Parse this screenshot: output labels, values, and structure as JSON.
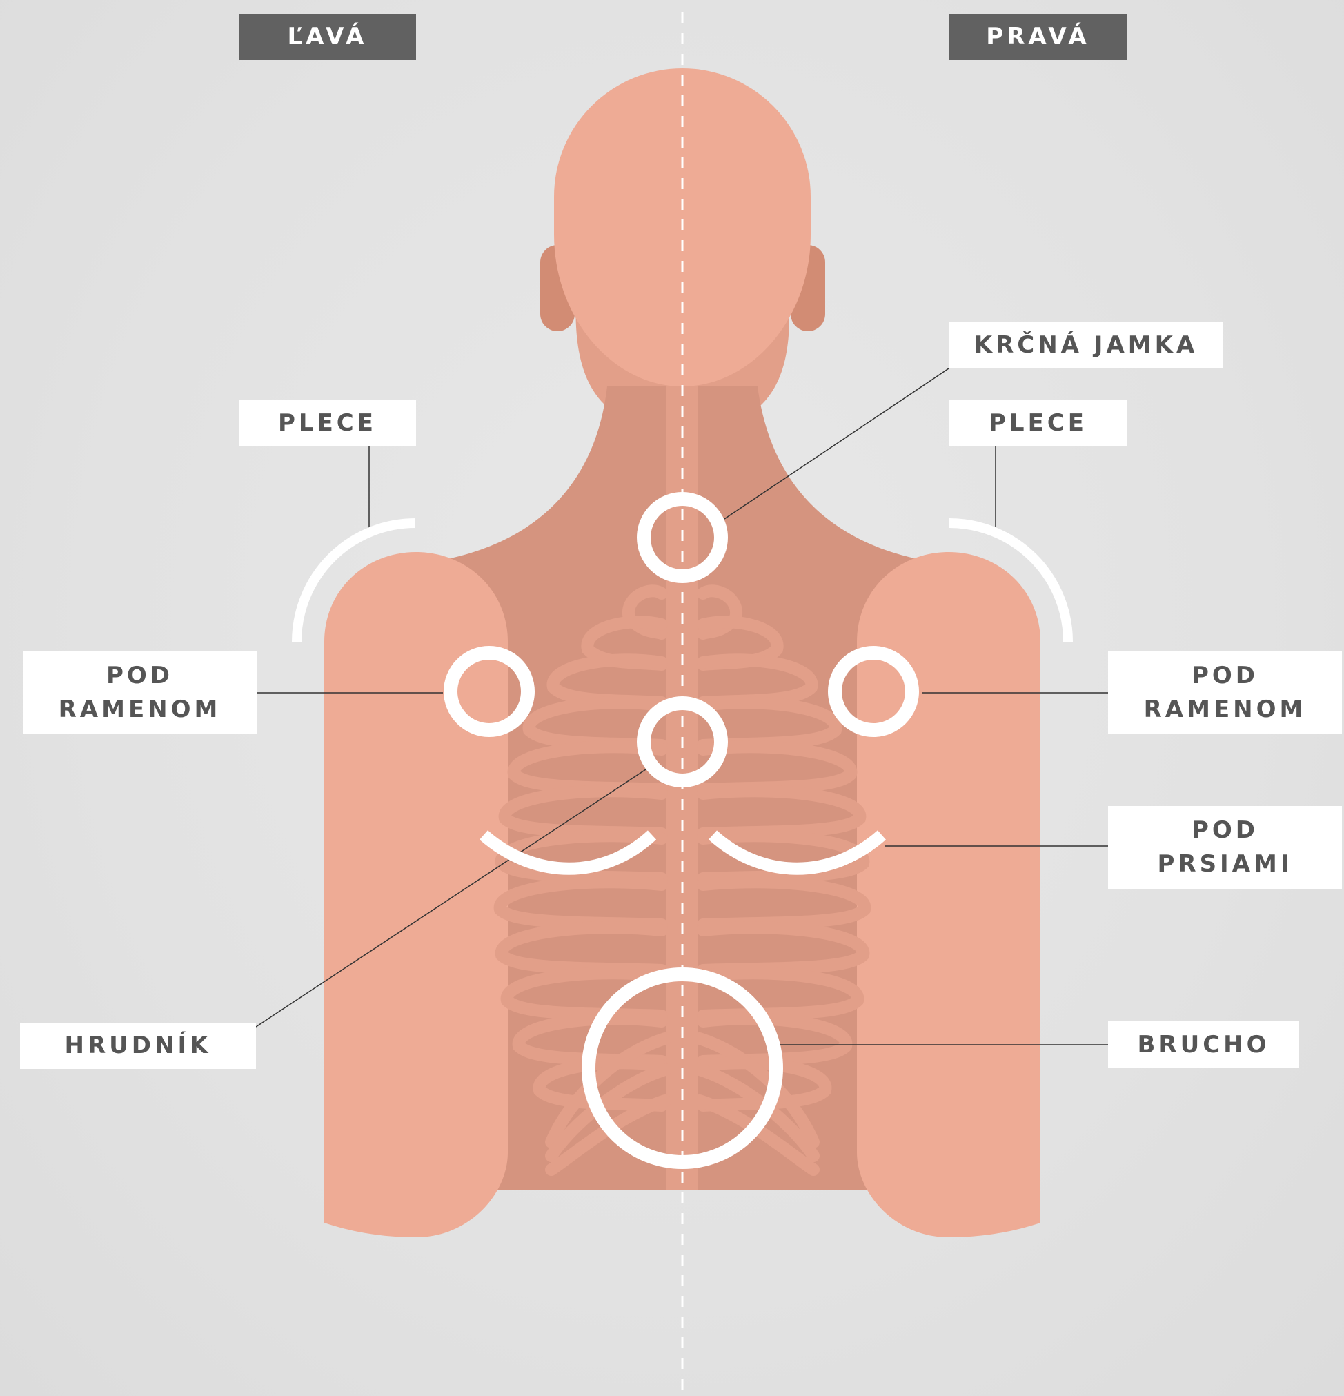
{
  "sides": {
    "left": "ĽAVÁ",
    "right": "PRAVÁ"
  },
  "labels": {
    "krcna_jamka": "KRČNÁ JAMKA",
    "plece_left": "PLECE",
    "plece_right": "PLECE",
    "pod_ramenom_left": [
      "POD",
      "RAMENOM"
    ],
    "pod_ramenom_right": [
      "POD",
      "RAMENOM"
    ],
    "pod_prsiami": [
      "POD",
      "PRSIAMI"
    ],
    "hrudnik": "HRUDNÍK",
    "brucho": "BRUCHO"
  },
  "colors": {
    "background": "#e3e3e3",
    "skin_light": "#eeab95",
    "skin_mid": "#e29f89",
    "skin_dark": "#d5947f",
    "ear": "#d28c74",
    "marker": "#ffffff",
    "tag_dark": "#616161",
    "tag_text": "#555555"
  }
}
